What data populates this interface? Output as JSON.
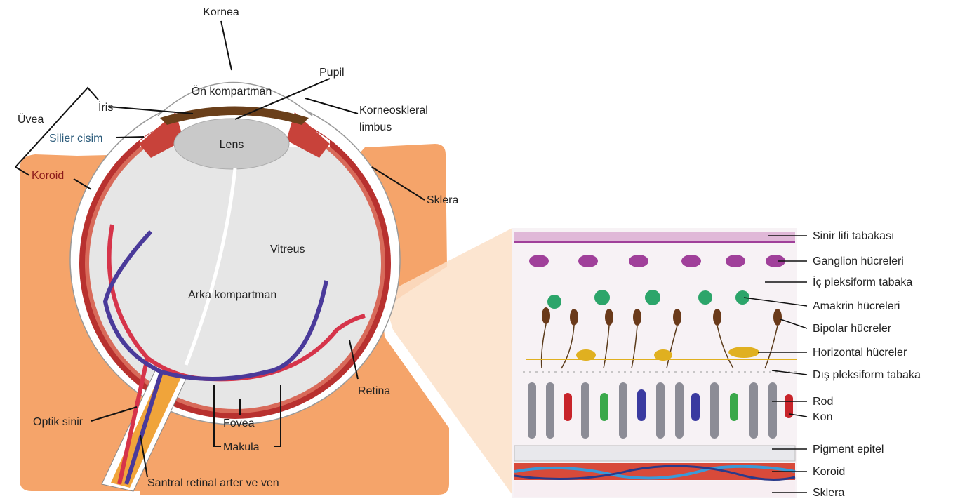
{
  "eye_labels": {
    "kornea": "Kornea",
    "on_kompartman": "Ön kompartman",
    "pupil": "Pupil",
    "iris": "İris",
    "uvea": "Üvea",
    "korneoskleral_1": "Korneoskleral",
    "korneoskleral_2": "limbus",
    "silier_cisim": "Silier cisim",
    "lens": "Lens",
    "koroid": "Koroid",
    "sklera": "Sklera",
    "vitreus": "Vitreus",
    "arka_kompartman": "Arka kompartman",
    "retina": "Retina",
    "optik_sinir": "Optik sinir",
    "fovea": "Fovea",
    "makula": "Makula",
    "santral": "Santral retinal arter ve ven"
  },
  "retina_labels": {
    "sinir_lifi": "Sinir lifi tabakası",
    "ganglion": "Ganglion hücreleri",
    "ic_pleksiform": "İç pleksiform tabaka",
    "amakrin": "Amakrin hücreleri",
    "bipolar": "Bipolar hücreler",
    "horizontal": "Horizontal hücreler",
    "dis_pleksiform": "Dış pleksiform tabaka",
    "rod": "Rod",
    "kon": "Kon",
    "pigment": "Pigment epitel",
    "koroid": "Koroid",
    "sklera": "Sklera"
  },
  "colors": {
    "orbit": "#f5a46a",
    "sclera": "#ffffff",
    "choroid": "#b8312f",
    "vitreous": "#e6e6e6",
    "artery": "#d6344a",
    "vein": "#4a3a9a",
    "ganglion": "#a0409a",
    "amacrine": "#2ca56a",
    "bipolar": "#6a3a1a",
    "horizontal": "#e0b020",
    "rod": "#8c8c96",
    "cone_red": "#c8242a",
    "cone_green": "#3aa84a",
    "cone_blue": "#3a3aa0"
  }
}
